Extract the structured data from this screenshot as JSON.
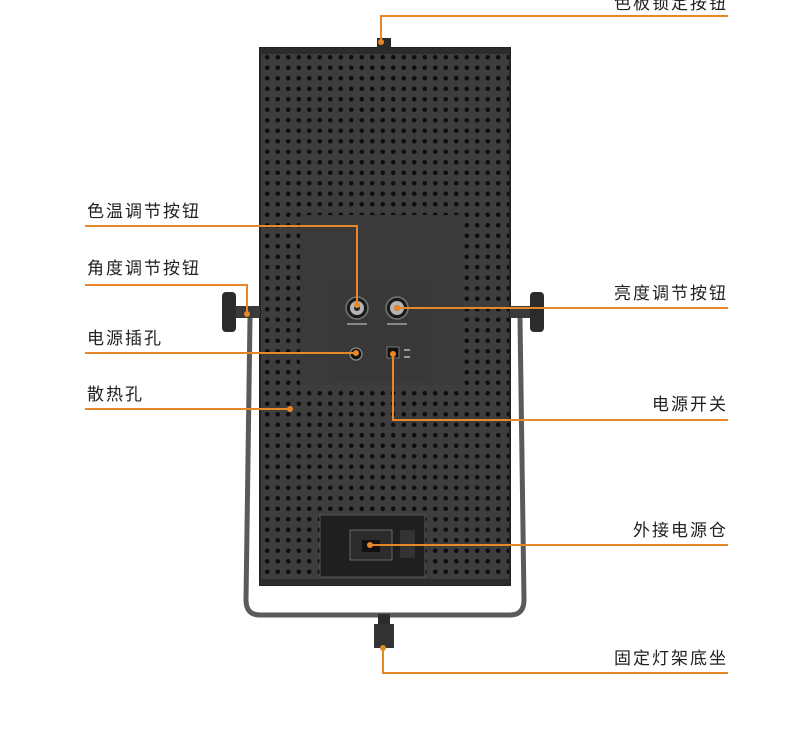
{
  "callouts": {
    "color_plate_lock_button": "色板锁定按钮",
    "color_temp_knob": "色温调节按钮",
    "angle_knob": "角度调节按钮",
    "brightness_knob": "亮度调节按钮",
    "power_socket": "电源插孔",
    "power_switch": "电源开关",
    "heat_vents": "散热孔",
    "external_battery_bay": "外接电源仓",
    "stand_mount_base": "固定灯架底坐"
  },
  "colors": {
    "accent_line": "#e8862a",
    "panel_body": "#3a3a3a",
    "yoke": "#555555"
  }
}
